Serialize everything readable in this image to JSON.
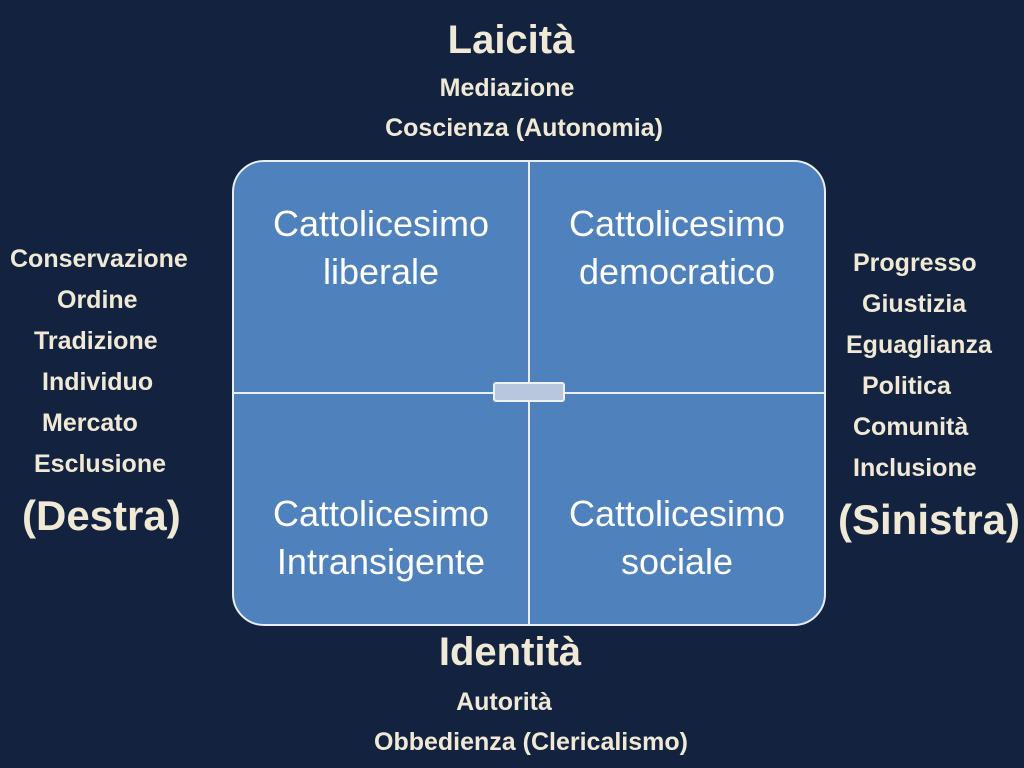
{
  "top": {
    "title": "Laicità",
    "lines": [
      "Mediazione",
      "Coscienza (Autonomia)"
    ]
  },
  "bottom": {
    "title": "Identità",
    "lines": [
      "Autorità",
      "Obbedienza (Clericalismo)"
    ]
  },
  "left": {
    "items": [
      "Conservazione",
      "Ordine",
      "Tradizione",
      "Individuo",
      "Mercato",
      "Esclusione"
    ],
    "label": "(Destra)"
  },
  "right": {
    "items": [
      "Progresso",
      "Giustizia",
      "Eguaglianza",
      "Politica",
      "Comunità",
      "Inclusione"
    ],
    "label": "(Sinistra)"
  },
  "quadrants": [
    {
      "line1": "Cattolicesimo",
      "line2": "liberale"
    },
    {
      "line1": "Cattolicesimo",
      "line2": "democratico"
    },
    {
      "line1": "Cattolicesimo",
      "line2": "Intransigente"
    },
    {
      "line1": "Cattolicesimo",
      "line2": "sociale"
    }
  ],
  "colors": {
    "background": "#13233f",
    "quadrant": "#4f81bd",
    "text": "#efe9d6"
  }
}
